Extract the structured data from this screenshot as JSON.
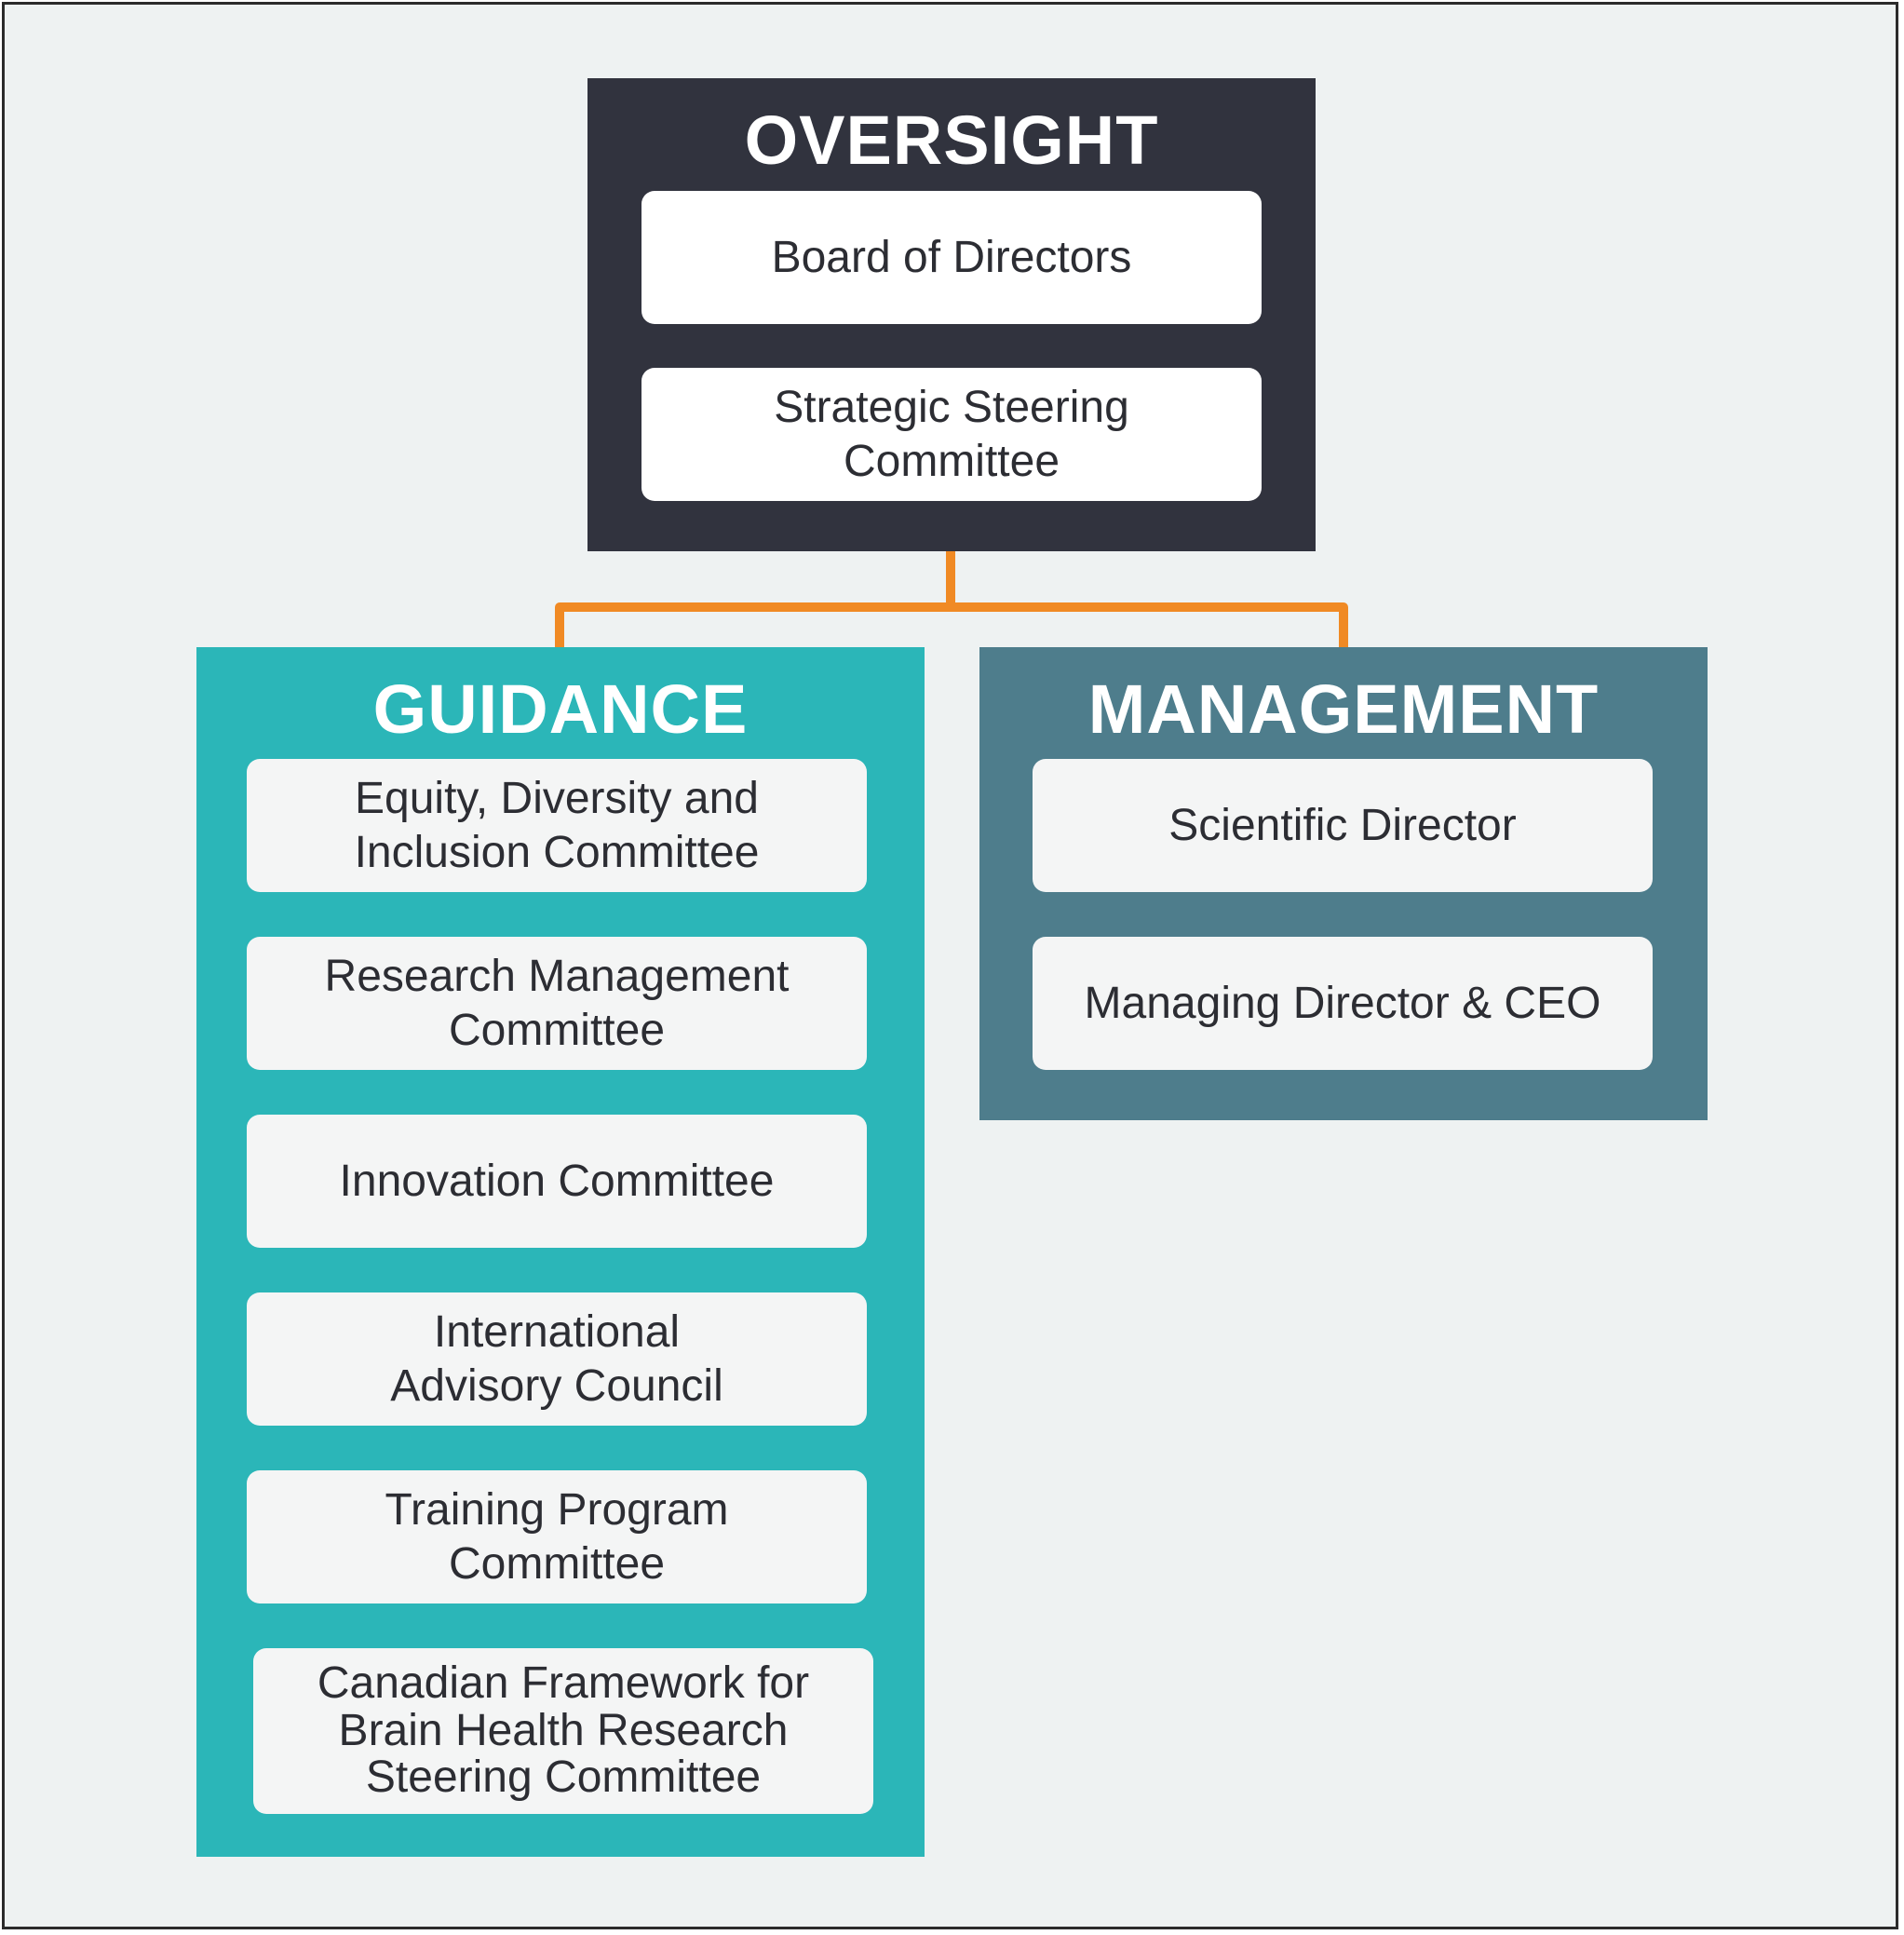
{
  "colors": {
    "oversight": "#31333e",
    "guidance": "#2bb6b8",
    "management": "#4e7d8c",
    "connector": "#f08a24",
    "background": "#eef2f2"
  },
  "oversight": {
    "title": "OVERSIGHT",
    "items": [
      {
        "label": "Board of Directors"
      },
      {
        "label": "Strategic Steering\nCommittee"
      }
    ]
  },
  "guidance": {
    "title": "GUIDANCE",
    "items": [
      {
        "label": "Equity, Diversity and\nInclusion Committee"
      },
      {
        "label": "Research Management\nCommittee"
      },
      {
        "label": "Innovation Committee"
      },
      {
        "label": "International\nAdvisory Council"
      },
      {
        "label": "Training Program\nCommittee"
      },
      {
        "label": "Canadian Framework for\nBrain Health Research\nSteering Committee"
      }
    ]
  },
  "management": {
    "title": "MANAGEMENT",
    "items": [
      {
        "label": "Scientific Director"
      },
      {
        "label": "Managing Director & CEO"
      }
    ]
  }
}
